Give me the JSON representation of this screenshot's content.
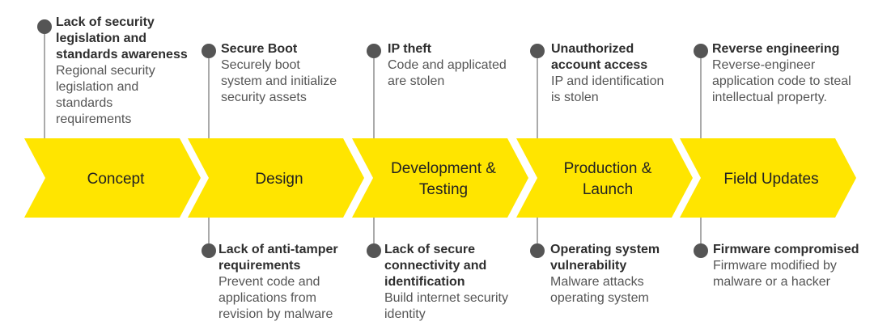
{
  "colors": {
    "arrow_fill": "#FFE500",
    "dot": "#555555",
    "line": "#555555",
    "title_text": "#2e2e2e",
    "desc_text": "#555555"
  },
  "stages": [
    {
      "label_lines": [
        "Concept"
      ]
    },
    {
      "label_lines": [
        "Design"
      ]
    },
    {
      "label_lines": [
        "Development &",
        "Testing"
      ]
    },
    {
      "label_lines": [
        "Production &",
        "Launch"
      ]
    },
    {
      "label_lines": [
        "Field Updates"
      ]
    }
  ],
  "top_notes": [
    {
      "title_lines": [
        "Lack of security",
        "legislation and",
        "standards awareness"
      ],
      "desc_lines": [
        "Regional security",
        "legislation and",
        "standards",
        "requirements"
      ]
    },
    {
      "title_lines": [
        "Secure Boot"
      ],
      "desc_lines": [
        "Securely boot",
        "system and initialize",
        "security assets"
      ]
    },
    {
      "title_lines": [
        "IP theft"
      ],
      "desc_lines": [
        "Code and applicated",
        "are stolen"
      ]
    },
    {
      "title_lines": [
        "Unauthorized",
        "account access"
      ],
      "desc_lines": [
        "IP and identification",
        "is stolen"
      ]
    },
    {
      "title_lines": [
        "Reverse engineering"
      ],
      "desc_lines": [
        "Reverse-engineer",
        "application code to steal",
        "intellectual property."
      ]
    }
  ],
  "bottom_notes": [
    {
      "title_lines": [
        "Lack of anti-tamper",
        "requirements"
      ],
      "desc_lines": [
        "Prevent code and",
        "applications from",
        "revision by malware"
      ]
    },
    {
      "title_lines": [
        "Lack of secure",
        "connectivity and",
        "identification"
      ],
      "desc_lines": [
        "Build internet security",
        "identity"
      ]
    },
    {
      "title_lines": [
        "Operating system",
        "vulnerability"
      ],
      "desc_lines": [
        "Malware attacks",
        "operating system"
      ]
    },
    {
      "title_lines": [
        "Firmware compromised"
      ],
      "desc_lines": [
        "Firmware modified by",
        "malware or a hacker"
      ]
    }
  ]
}
